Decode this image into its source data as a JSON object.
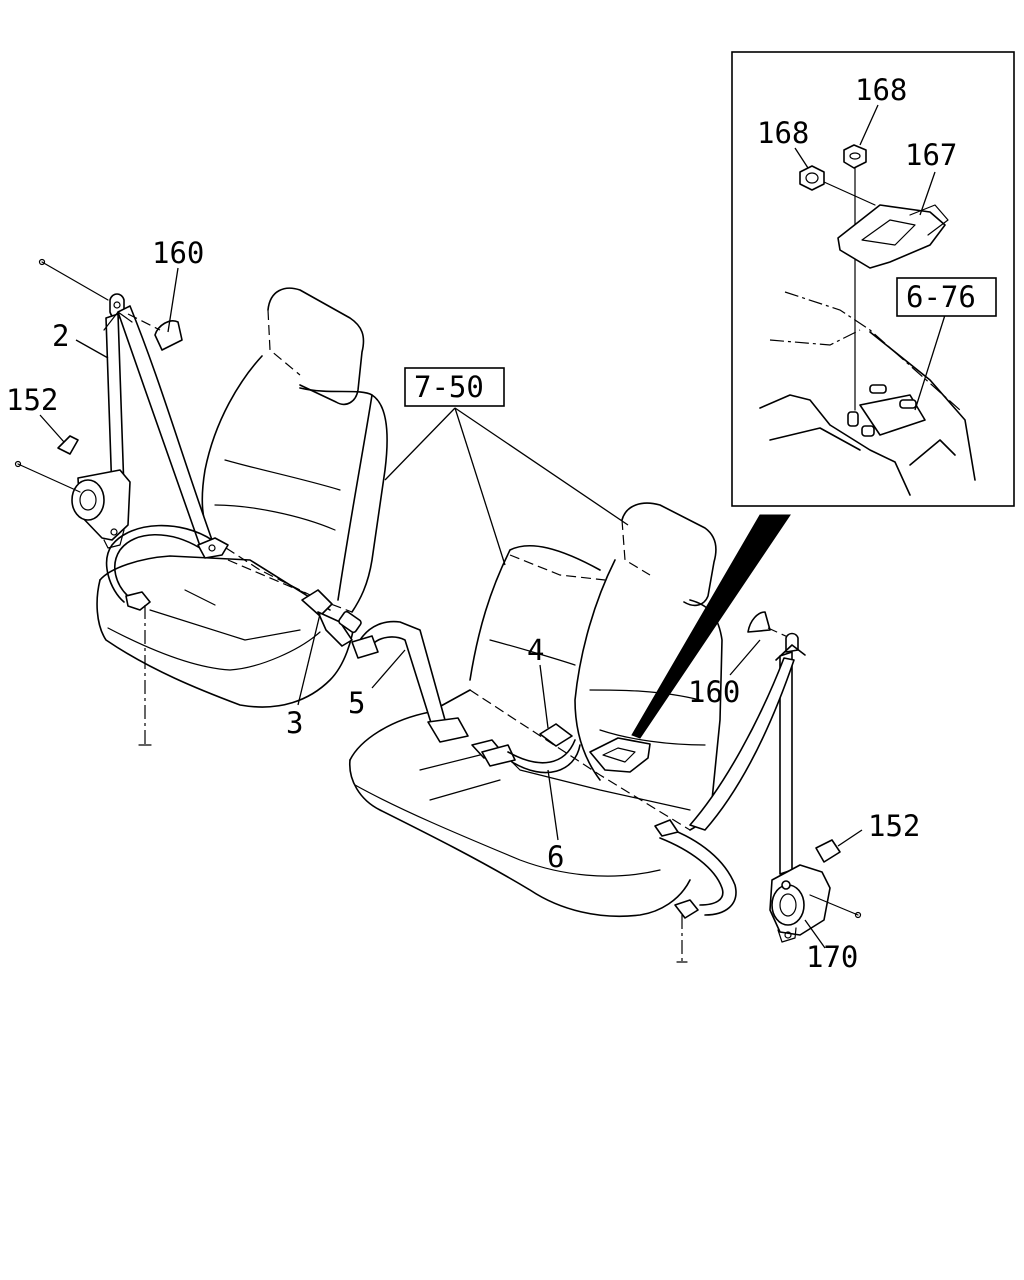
{
  "callouts": {
    "front_retractor": "2",
    "front_buckle": "3",
    "rear_buckle_4": "4",
    "rear_belt_5": "5",
    "rear_belt_6": "6",
    "trim_152_left": "152",
    "trim_152_right": "152",
    "cover_160_left": "160",
    "cover_160_right": "160",
    "nut_168_top": "168",
    "nut_168_left": "168",
    "bracket_167": "167",
    "retractor_170": "170"
  },
  "reference_boxes": {
    "seat_ref": "7-50",
    "floor_ref": "6-76"
  },
  "colors": {
    "line": "#000000",
    "background": "#ffffff"
  }
}
